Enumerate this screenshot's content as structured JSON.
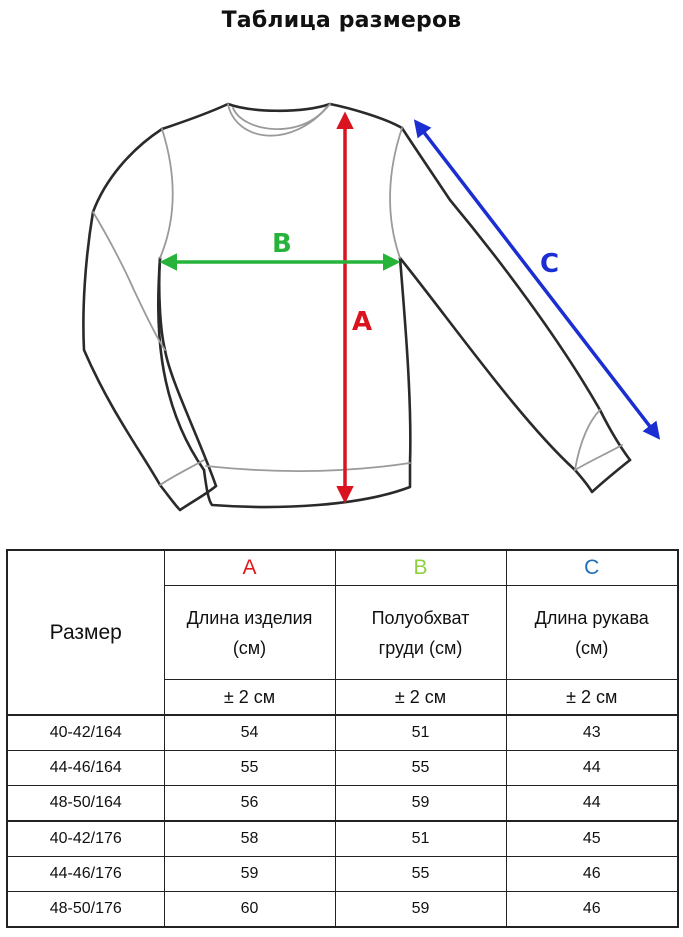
{
  "title": "Таблица размеров",
  "diagram": {
    "label_a": "A",
    "label_b": "B",
    "label_c": "C",
    "color_a": "#d9141f",
    "color_b": "#27b33a",
    "color_c": "#1a2ed1"
  },
  "table": {
    "size_header": "Размер",
    "columns": [
      {
        "letter": "A",
        "letter_color": "#e01b1b",
        "desc_line1": "Длина изделия",
        "desc_line2": "(см)",
        "tolerance": "± 2 см"
      },
      {
        "letter": "B",
        "letter_color": "#8fcf3e",
        "desc_line1": "Полуобхват",
        "desc_line2": "груди (см)",
        "tolerance": "± 2 см"
      },
      {
        "letter": "C",
        "letter_color": "#1f6fb8",
        "desc_line1": "Длина рукава",
        "desc_line2": "(см)",
        "tolerance": "± 2 см"
      }
    ],
    "rows": [
      {
        "size": "40-42/164",
        "a": "54",
        "b": "51",
        "c": "43"
      },
      {
        "size": "44-46/164",
        "a": "55",
        "b": "55",
        "c": "44"
      },
      {
        "size": "48-50/164",
        "a": "56",
        "b": "59",
        "c": "44"
      },
      {
        "size": "40-42/176",
        "a": "58",
        "b": "51",
        "c": "45"
      },
      {
        "size": "44-46/176",
        "a": "59",
        "b": "55",
        "c": "46"
      },
      {
        "size": "48-50/176",
        "a": "60",
        "b": "59",
        "c": "46"
      }
    ]
  }
}
